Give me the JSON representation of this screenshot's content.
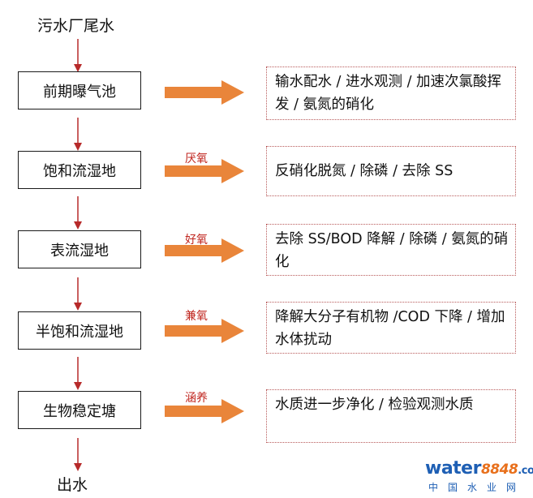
{
  "diagram": {
    "source_label": "污水厂尾水",
    "outlet_label": "出水",
    "stages": [
      {
        "name": "前期曝气池",
        "condition": "",
        "description": "输水配水 / 进水观测 / 加速次氯酸挥发 / 氨氮的硝化"
      },
      {
        "name": "饱和流湿地",
        "condition": "厌氧",
        "description": "反硝化脱氮 / 除磷 / 去除 SS"
      },
      {
        "name": "表流湿地",
        "condition": "好氧",
        "description": "去除 SS/BOD 降解 / 除磷 / 氨氮的硝化"
      },
      {
        "name": "半饱和流湿地",
        "condition": "兼氧",
        "description": "降解大分子有机物 /COD 下降 / 增加水体扰动"
      },
      {
        "name": "生物稳定塘",
        "condition": "涵养",
        "description": "水质进一步净化 / 检验观测水质"
      }
    ],
    "colors": {
      "flow_arrow": "#b72a2a",
      "side_arrow": "#e9853a",
      "condition_text": "#c0261f",
      "desc_border": "#b85a5a"
    }
  },
  "watermark": {
    "brand": "water",
    "number": "8848",
    "suffix": ".com",
    "tagline": "中国水业网"
  }
}
